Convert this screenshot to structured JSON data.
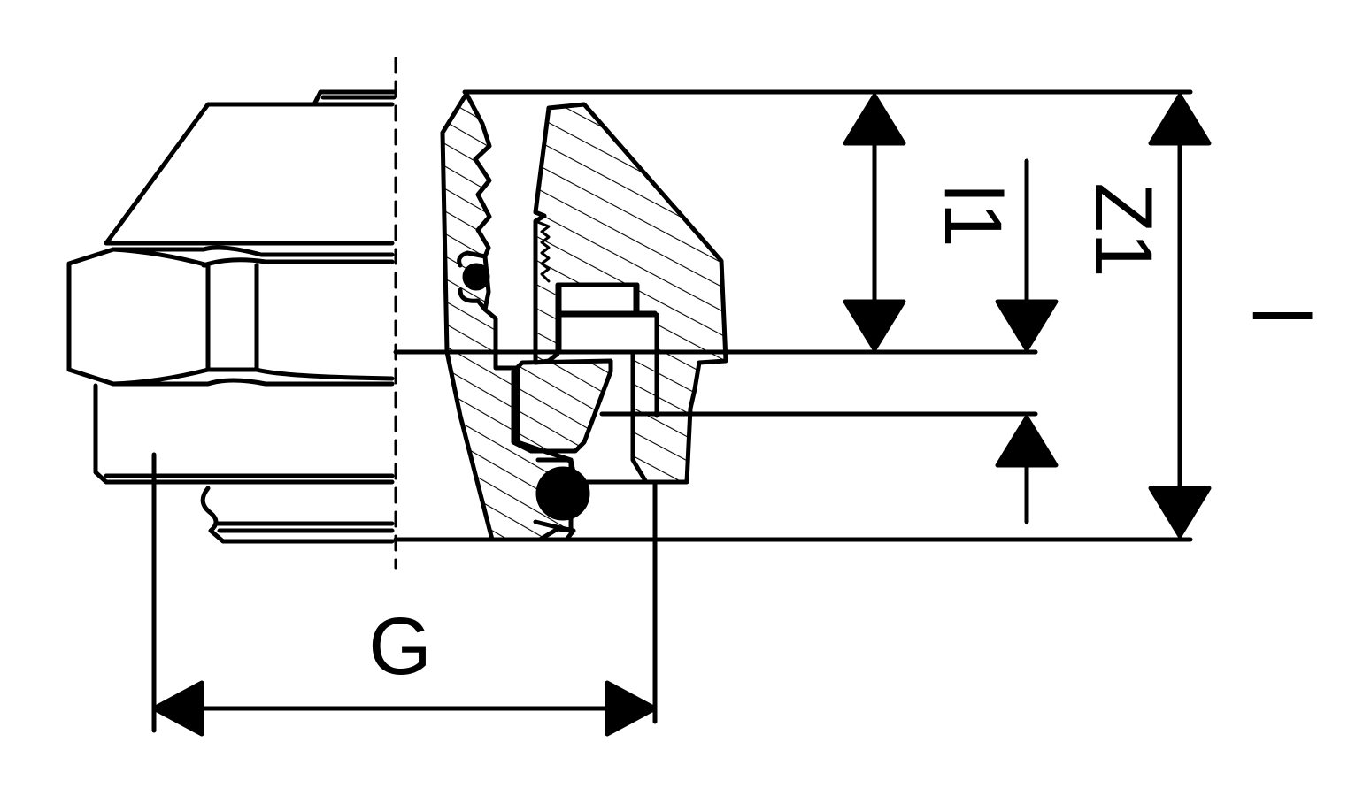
{
  "labels": {
    "g": "G",
    "l1": "l1",
    "z1": "Z1",
    "l": "l"
  },
  "colors": {
    "ink": "#000000",
    "paper": "#ffffff"
  }
}
